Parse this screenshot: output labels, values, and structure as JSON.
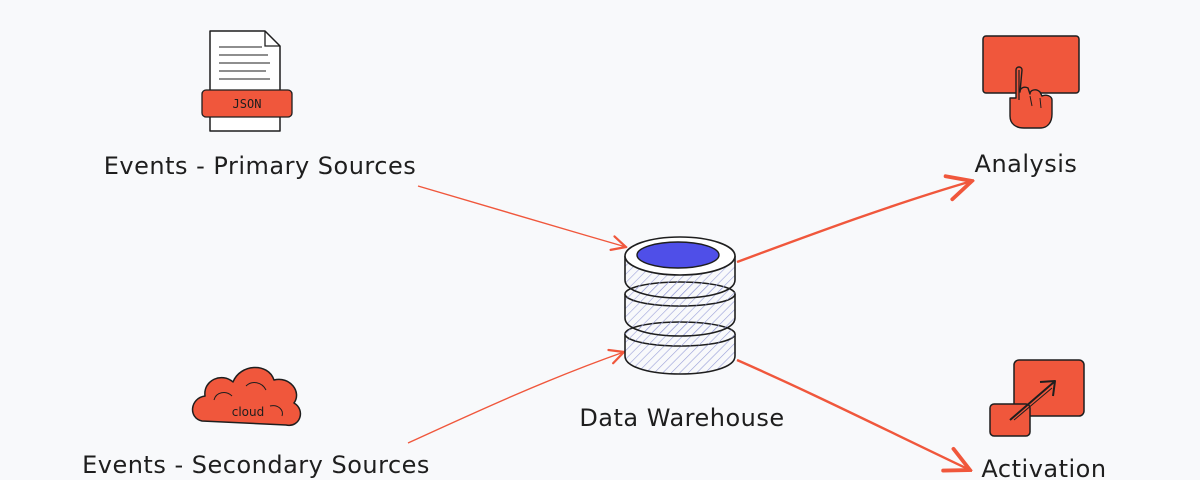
{
  "diagram": {
    "nodes": {
      "primary_sources": {
        "label": "Events - Primary Sources",
        "icon": "json-file-icon",
        "icon_text": "JSON"
      },
      "secondary_sources": {
        "label": "Events - Secondary Sources",
        "icon": "cloud-icon",
        "icon_text": "cloud"
      },
      "warehouse": {
        "label": "Data Warehouse",
        "icon": "database-icon"
      },
      "analysis": {
        "label": "Analysis",
        "icon": "touch-screen-icon"
      },
      "activation": {
        "label": "Activation",
        "icon": "expand-arrow-icon"
      }
    },
    "edges": [
      {
        "from": "Events - Primary Sources",
        "to": "Data Warehouse"
      },
      {
        "from": "Events - Secondary Sources",
        "to": "Data Warehouse"
      },
      {
        "from": "Data Warehouse",
        "to": "Analysis"
      },
      {
        "from": "Data Warehouse",
        "to": "Activation"
      }
    ],
    "colors": {
      "background": "#f8f9fb",
      "accent": "#f0573c",
      "database_top": "#4f4fe8",
      "database_hatch": "#9aa0d8",
      "stroke": "#1e1e1e"
    }
  }
}
